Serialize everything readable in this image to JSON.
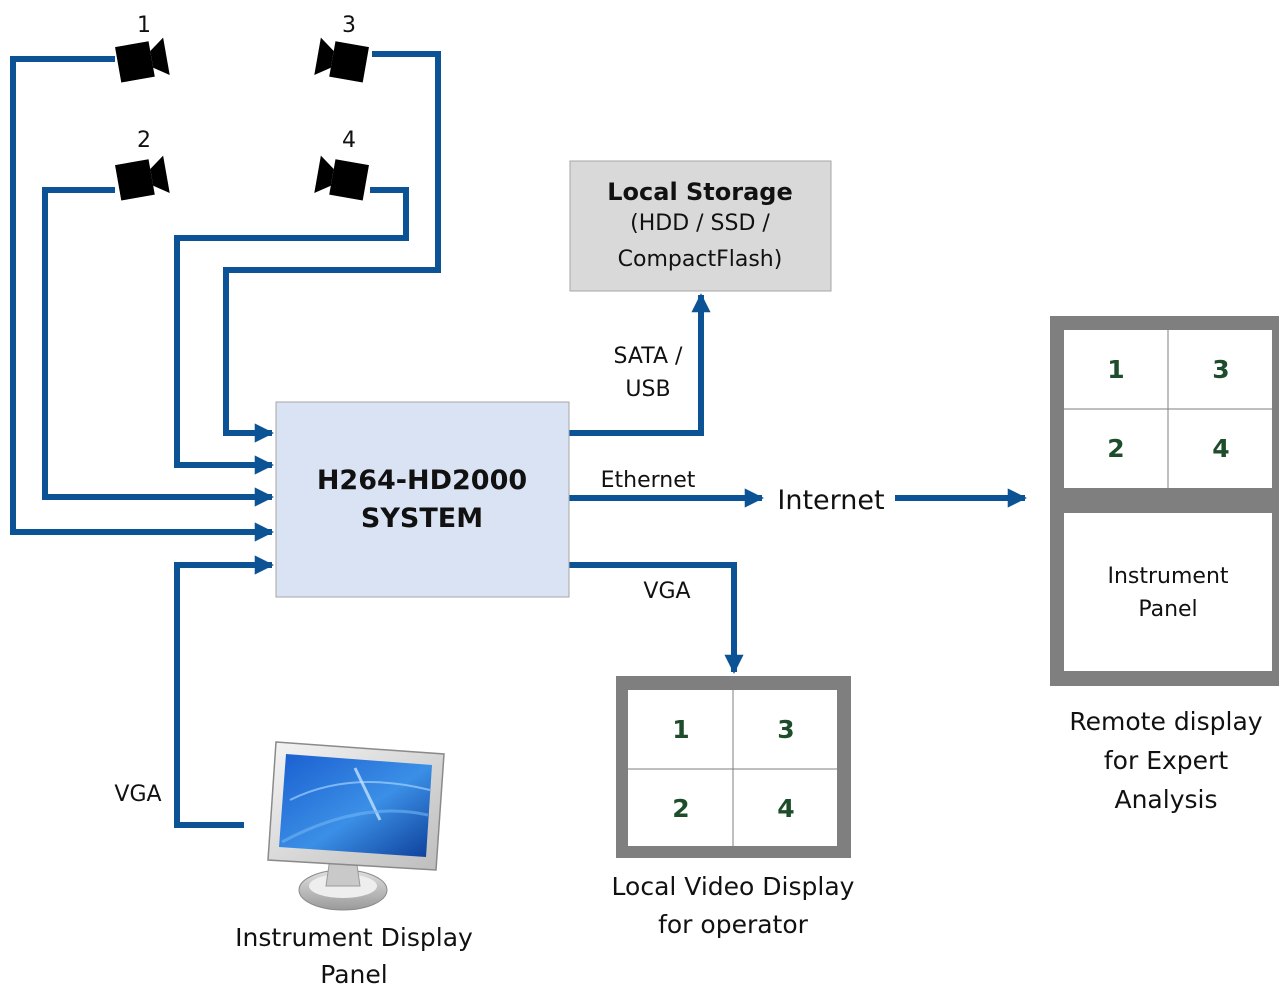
{
  "cameras": [
    {
      "id": "1",
      "label": "1"
    },
    {
      "id": "2",
      "label": "2"
    },
    {
      "id": "3",
      "label": "3"
    },
    {
      "id": "4",
      "label": "4"
    }
  ],
  "system": {
    "line1": "H264-HD2000",
    "line2": "SYSTEM"
  },
  "storage": {
    "title": "Local Storage",
    "line2": "(HDD / SSD /",
    "line3": "CompactFlash)"
  },
  "links": {
    "storage_line1": "SATA /",
    "storage_line2": "USB",
    "ethernet": "Ethernet",
    "vga_out": "VGA",
    "vga_in": "VGA"
  },
  "internet": "Internet",
  "local_display": {
    "quadrants": [
      "1",
      "3",
      "2",
      "4"
    ],
    "caption_line1": "Local Video Display",
    "caption_line2": "for operator"
  },
  "remote_display": {
    "quadrants": [
      "1",
      "3",
      "2",
      "4"
    ],
    "panel_line1": "Instrument",
    "panel_line2": "Panel",
    "caption_line1": "Remote display",
    "caption_line2": "for Expert",
    "caption_line3": "Analysis"
  },
  "instrument_display": {
    "caption_line1": "Instrument Display",
    "caption_line2": "Panel"
  },
  "colors": {
    "connector": "#0b5394",
    "system_fill": "#dae3f3",
    "storage_fill": "#d9d9d9",
    "monitor_frame": "#7f7f7f",
    "quadrant_number": "#1e4d2b"
  }
}
